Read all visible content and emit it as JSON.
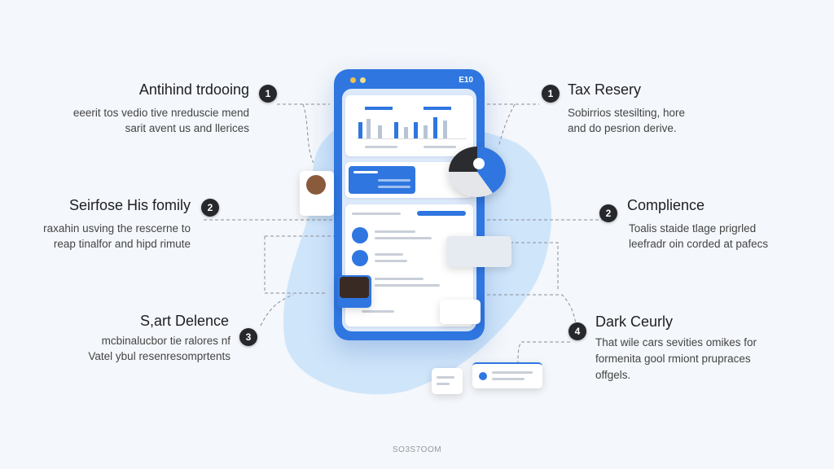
{
  "phone": {
    "status": "E10"
  },
  "items": [
    {
      "num": "1",
      "title": "Antihind trdooing",
      "desc": [
        "eeerit tos vedio tive nreduscie mend",
        "sarit avent us and llerices"
      ]
    },
    {
      "num": "2",
      "title": "Seirfose His fomily",
      "desc": [
        "raxahin usving the rescerne to",
        "reap tinalfor and hipd rimute"
      ]
    },
    {
      "num": "3",
      "title": "S,art Delence",
      "desc": [
        "mcbinalucbor tie ralores nf",
        "Vatel ybul resenresomprtents"
      ]
    },
    {
      "num": "1",
      "title": "Tax Resery",
      "desc": [
        "Sobirrios stesilting, hore",
        "and do pesrion derive."
      ]
    },
    {
      "num": "2",
      "title": "Complience",
      "desc": [
        "Toalis staide tlage prigrled",
        "leefradr oin corded at pafecs"
      ]
    },
    {
      "num": "4",
      "title": "Dark Ceurly",
      "desc": [
        "That wile cars sevities omikes for",
        "formenita gool rmiont prupraces",
        "offgels."
      ]
    }
  ],
  "footer": "SO3S7OOM",
  "colors": {
    "accent": "#2f76e0",
    "blob": "#cfe5fa",
    "badge": "#26282c"
  }
}
